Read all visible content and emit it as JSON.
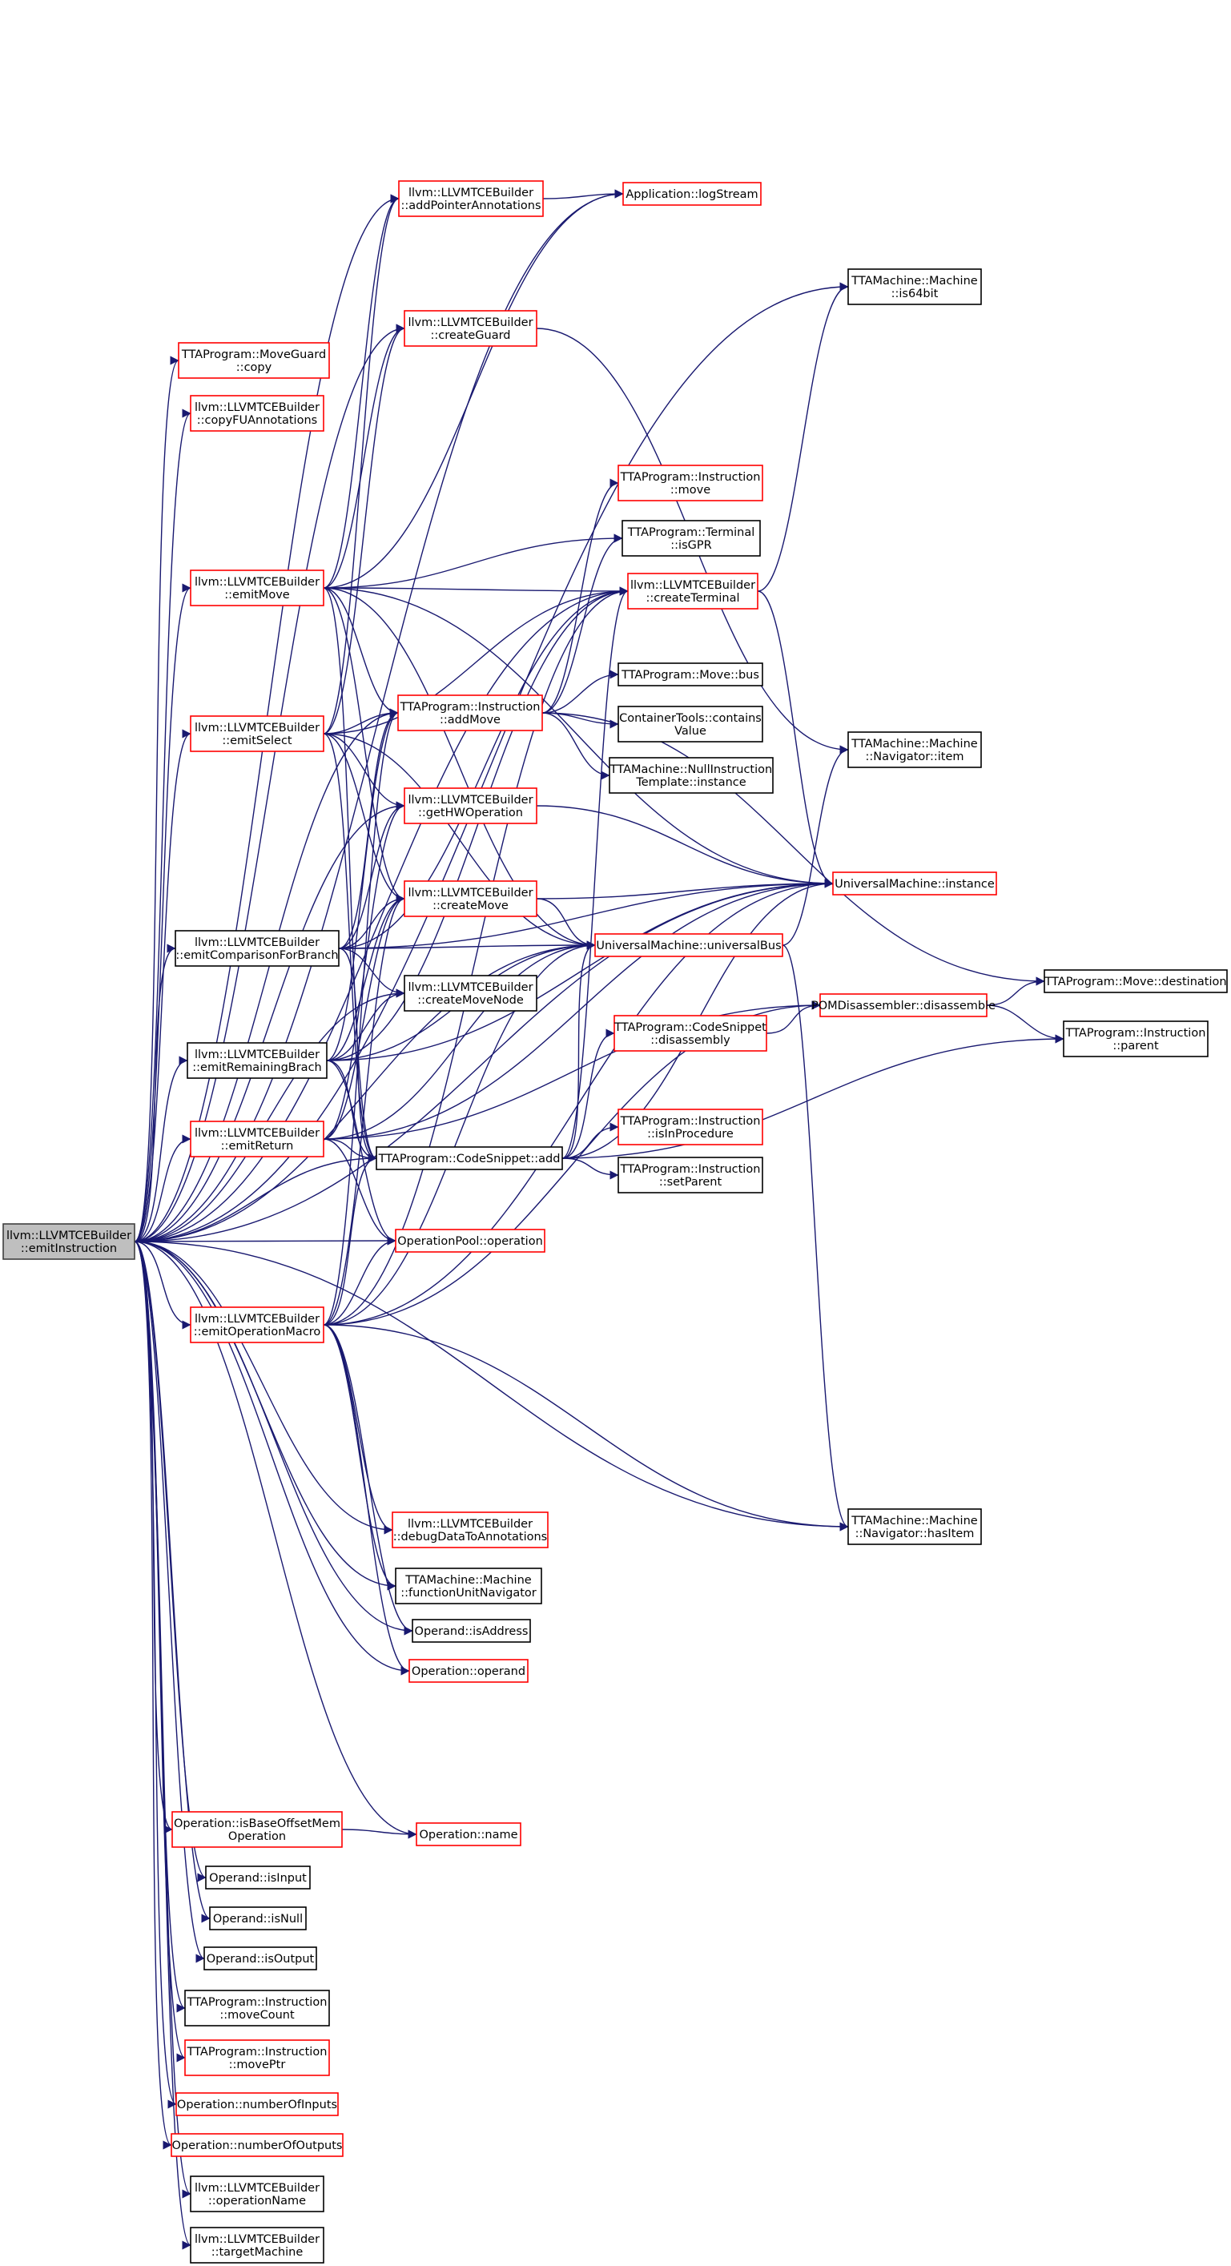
{
  "diagram": {
    "colors": {
      "edge": "#191970",
      "border_red": "#ff0000",
      "border_black": "#000000",
      "root_fill": "#bfbfbf"
    },
    "nodes": [
      {
        "id": "root",
        "lines": [
          "llvm::LLVMTCEBuilder",
          "::emitInstruction"
        ],
        "style": "root"
      },
      {
        "id": "addPointerAnnotations",
        "lines": [
          "llvm::LLVMTCEBuilder",
          "::addPointerAnnotations"
        ],
        "style": "red"
      },
      {
        "id": "logStream",
        "lines": [
          "Application::logStream"
        ],
        "style": "red"
      },
      {
        "id": "is64bit",
        "lines": [
          "TTAMachine::Machine",
          "::is64bit"
        ],
        "style": "black"
      },
      {
        "id": "createGuard",
        "lines": [
          "llvm::LLVMTCEBuilder",
          "::createGuard"
        ],
        "style": "red"
      },
      {
        "id": "moveGuardCopy",
        "lines": [
          "TTAProgram::MoveGuard",
          "::copy"
        ],
        "style": "red"
      },
      {
        "id": "copyFUAnnotations",
        "lines": [
          "llvm::LLVMTCEBuilder",
          "::copyFUAnnotations"
        ],
        "style": "red"
      },
      {
        "id": "instructionMove",
        "lines": [
          "TTAProgram::Instruction",
          "::move"
        ],
        "style": "red"
      },
      {
        "id": "isGPR",
        "lines": [
          "TTAProgram::Terminal",
          "::isGPR"
        ],
        "style": "black"
      },
      {
        "id": "emitMove",
        "lines": [
          "llvm::LLVMTCEBuilder",
          "::emitMove"
        ],
        "style": "red"
      },
      {
        "id": "createTerminal",
        "lines": [
          "llvm::LLVMTCEBuilder",
          "::createTerminal"
        ],
        "style": "red"
      },
      {
        "id": "moveBus",
        "lines": [
          "TTAProgram::Move::bus"
        ],
        "style": "black"
      },
      {
        "id": "addMove",
        "lines": [
          "TTAProgram::Instruction",
          "::addMove"
        ],
        "style": "red"
      },
      {
        "id": "containsValue",
        "lines": [
          "ContainerTools::contains",
          "Value"
        ],
        "style": "black"
      },
      {
        "id": "emitSelect",
        "lines": [
          "llvm::LLVMTCEBuilder",
          "::emitSelect"
        ],
        "style": "red"
      },
      {
        "id": "nullInstructionTemplate",
        "lines": [
          "TTAMachine::NullInstruction",
          "Template::instance"
        ],
        "style": "black"
      },
      {
        "id": "navigatorItem",
        "lines": [
          "TTAMachine::Machine",
          "::Navigator::item"
        ],
        "style": "black"
      },
      {
        "id": "getHWOperation",
        "lines": [
          "llvm::LLVMTCEBuilder",
          "::getHWOperation"
        ],
        "style": "red"
      },
      {
        "id": "umInstance",
        "lines": [
          "UniversalMachine::instance"
        ],
        "style": "red"
      },
      {
        "id": "createMove",
        "lines": [
          "llvm::LLVMTCEBuilder",
          "::createMove"
        ],
        "style": "red"
      },
      {
        "id": "emitComparisonForBranch",
        "lines": [
          "llvm::LLVMTCEBuilder",
          "::emitComparisonForBranch"
        ],
        "style": "black"
      },
      {
        "id": "universalBus",
        "lines": [
          "UniversalMachine::universalBus"
        ],
        "style": "red"
      },
      {
        "id": "createMoveNode",
        "lines": [
          "llvm::LLVMTCEBuilder",
          "::createMoveNode"
        ],
        "style": "black"
      },
      {
        "id": "disassemble",
        "lines": [
          "POMDisassembler::disassemble"
        ],
        "style": "red"
      },
      {
        "id": "moveDestination",
        "lines": [
          "TTAProgram::Move::destination"
        ],
        "style": "black"
      },
      {
        "id": "codeSnippetDisassembly",
        "lines": [
          "TTAProgram::CodeSnippet",
          "::disassembly"
        ],
        "style": "red"
      },
      {
        "id": "instructionParent",
        "lines": [
          "TTAProgram::Instruction",
          "::parent"
        ],
        "style": "black"
      },
      {
        "id": "emitRemainingBrach",
        "lines": [
          "llvm::LLVMTCEBuilder",
          "::emitRemainingBrach"
        ],
        "style": "black"
      },
      {
        "id": "isInProcedure",
        "lines": [
          "TTAProgram::Instruction",
          "::isInProcedure"
        ],
        "style": "red"
      },
      {
        "id": "emitReturn",
        "lines": [
          "llvm::LLVMTCEBuilder",
          "::emitReturn"
        ],
        "style": "red"
      },
      {
        "id": "codeSnippetAdd",
        "lines": [
          "TTAProgram::CodeSnippet::add"
        ],
        "style": "black"
      },
      {
        "id": "setParent",
        "lines": [
          "TTAProgram::Instruction",
          "::setParent"
        ],
        "style": "black"
      },
      {
        "id": "operationPoolOperation",
        "lines": [
          "OperationPool::operation"
        ],
        "style": "red"
      },
      {
        "id": "emitOperationMacro",
        "lines": [
          "llvm::LLVMTCEBuilder",
          "::emitOperationMacro"
        ],
        "style": "red"
      },
      {
        "id": "debugDataToAnnotations",
        "lines": [
          "llvm::LLVMTCEBuilder",
          "::debugDataToAnnotations"
        ],
        "style": "red"
      },
      {
        "id": "navigatorHasItem",
        "lines": [
          "TTAMachine::Machine",
          "::Navigator::hasItem"
        ],
        "style": "black"
      },
      {
        "id": "functionUnitNavigator",
        "lines": [
          "TTAMachine::Machine",
          "::functionUnitNavigator"
        ],
        "style": "black"
      },
      {
        "id": "operandIsAddress",
        "lines": [
          "Operand::isAddress"
        ],
        "style": "black"
      },
      {
        "id": "operationOperand",
        "lines": [
          "Operation::operand"
        ],
        "style": "red"
      },
      {
        "id": "isBaseOffsetMemOperation",
        "lines": [
          "Operation::isBaseOffsetMem",
          "Operation"
        ],
        "style": "red"
      },
      {
        "id": "operationName",
        "lines": [
          "Operation::name"
        ],
        "style": "red"
      },
      {
        "id": "operandIsInput",
        "lines": [
          "Operand::isInput"
        ],
        "style": "black"
      },
      {
        "id": "operandIsNull",
        "lines": [
          "Operand::isNull"
        ],
        "style": "black"
      },
      {
        "id": "operandIsOutput",
        "lines": [
          "Operand::isOutput"
        ],
        "style": "black"
      },
      {
        "id": "moveCount",
        "lines": [
          "TTAProgram::Instruction",
          "::moveCount"
        ],
        "style": "black"
      },
      {
        "id": "movePtr",
        "lines": [
          "TTAProgram::Instruction",
          "::movePtr"
        ],
        "style": "red"
      },
      {
        "id": "numberOfInputs",
        "lines": [
          "Operation::numberOfInputs"
        ],
        "style": "red"
      },
      {
        "id": "numberOfOutputs",
        "lines": [
          "Operation::numberOfOutputs"
        ],
        "style": "red"
      },
      {
        "id": "operationNameBuilder",
        "lines": [
          "llvm::LLVMTCEBuilder",
          "::operationName"
        ],
        "style": "black"
      },
      {
        "id": "targetMachine",
        "lines": [
          "llvm::LLVMTCEBuilder",
          "::targetMachine"
        ],
        "style": "black"
      }
    ],
    "edges": [
      [
        "root",
        "addPointerAnnotations"
      ],
      [
        "root",
        "logStream"
      ],
      [
        "root",
        "is64bit"
      ],
      [
        "root",
        "createGuard"
      ],
      [
        "root",
        "moveGuardCopy"
      ],
      [
        "root",
        "copyFUAnnotations"
      ],
      [
        "root",
        "emitMove"
      ],
      [
        "root",
        "createTerminal"
      ],
      [
        "root",
        "emitSelect"
      ],
      [
        "root",
        "addMove"
      ],
      [
        "root",
        "getHWOperation"
      ],
      [
        "root",
        "umInstance"
      ],
      [
        "root",
        "emitComparisonForBranch"
      ],
      [
        "root",
        "createMoveNode"
      ],
      [
        "root",
        "emitRemainingBrach"
      ],
      [
        "root",
        "emitReturn"
      ],
      [
        "root",
        "codeSnippetAdd"
      ],
      [
        "root",
        "operationPoolOperation"
      ],
      [
        "root",
        "emitOperationMacro"
      ],
      [
        "root",
        "debugDataToAnnotations"
      ],
      [
        "root",
        "functionUnitNavigator"
      ],
      [
        "root",
        "operandIsAddress"
      ],
      [
        "root",
        "operationOperand"
      ],
      [
        "root",
        "universalBus"
      ],
      [
        "root",
        "navigatorHasItem"
      ],
      [
        "root",
        "isBaseOffsetMemOperation"
      ],
      [
        "root",
        "operationName"
      ],
      [
        "root",
        "operandIsInput"
      ],
      [
        "root",
        "operandIsNull"
      ],
      [
        "root",
        "operandIsOutput"
      ],
      [
        "root",
        "moveCount"
      ],
      [
        "root",
        "movePtr"
      ],
      [
        "root",
        "numberOfInputs"
      ],
      [
        "root",
        "numberOfOutputs"
      ],
      [
        "root",
        "operationNameBuilder"
      ],
      [
        "root",
        "targetMachine"
      ],
      [
        "addPointerAnnotations",
        "logStream"
      ],
      [
        "createGuard",
        "navigatorItem"
      ],
      [
        "emitMove",
        "addPointerAnnotations"
      ],
      [
        "emitMove",
        "logStream"
      ],
      [
        "emitMove",
        "createGuard"
      ],
      [
        "emitMove",
        "isGPR"
      ],
      [
        "emitMove",
        "createTerminal"
      ],
      [
        "emitMove",
        "addMove"
      ],
      [
        "emitMove",
        "createMove"
      ],
      [
        "emitMove",
        "universalBus"
      ],
      [
        "emitMove",
        "umInstance"
      ],
      [
        "emitMove",
        "codeSnippetAdd"
      ],
      [
        "emitSelect",
        "addPointerAnnotations"
      ],
      [
        "emitSelect",
        "createGuard"
      ],
      [
        "emitSelect",
        "createTerminal"
      ],
      [
        "emitSelect",
        "addMove"
      ],
      [
        "emitSelect",
        "getHWOperation"
      ],
      [
        "emitSelect",
        "createMove"
      ],
      [
        "emitSelect",
        "codeSnippetAdd"
      ],
      [
        "emitSelect",
        "universalBus"
      ],
      [
        "createTerminal",
        "is64bit"
      ],
      [
        "createTerminal",
        "umInstance"
      ],
      [
        "addMove",
        "instructionMove"
      ],
      [
        "addMove",
        "isGPR"
      ],
      [
        "addMove",
        "moveBus"
      ],
      [
        "addMove",
        "containsValue"
      ],
      [
        "addMove",
        "nullInstructionTemplate"
      ],
      [
        "addMove",
        "moveDestination"
      ],
      [
        "getHWOperation",
        "umInstance"
      ],
      [
        "createMove",
        "umInstance"
      ],
      [
        "createMove",
        "universalBus"
      ],
      [
        "emitComparisonForBranch",
        "createTerminal"
      ],
      [
        "emitComparisonForBranch",
        "addMove"
      ],
      [
        "emitComparisonForBranch",
        "getHWOperation"
      ],
      [
        "emitComparisonForBranch",
        "createMove"
      ],
      [
        "emitComparisonForBranch",
        "umInstance"
      ],
      [
        "emitComparisonForBranch",
        "createMoveNode"
      ],
      [
        "emitComparisonForBranch",
        "codeSnippetAdd"
      ],
      [
        "emitComparisonForBranch",
        "universalBus"
      ],
      [
        "universalBus",
        "navigatorItem"
      ],
      [
        "universalBus",
        "navigatorHasItem"
      ],
      [
        "emitRemainingBrach",
        "createTerminal"
      ],
      [
        "emitRemainingBrach",
        "addMove"
      ],
      [
        "emitRemainingBrach",
        "createMove"
      ],
      [
        "emitRemainingBrach",
        "createMoveNode"
      ],
      [
        "emitRemainingBrach",
        "codeSnippetAdd"
      ],
      [
        "emitRemainingBrach",
        "universalBus"
      ],
      [
        "emitRemainingBrach",
        "umInstance"
      ],
      [
        "emitRemainingBrach",
        "operationPoolOperation"
      ],
      [
        "emitReturn",
        "getHWOperation"
      ],
      [
        "emitReturn",
        "createMove"
      ],
      [
        "emitReturn",
        "codeSnippetAdd"
      ],
      [
        "emitReturn",
        "operationPoolOperation"
      ],
      [
        "emitReturn",
        "universalBus"
      ],
      [
        "emitReturn",
        "disassemble"
      ],
      [
        "emitReturn",
        "umInstance"
      ],
      [
        "codeSnippetAdd",
        "createTerminal"
      ],
      [
        "codeSnippetAdd",
        "universalBus"
      ],
      [
        "codeSnippetAdd",
        "codeSnippetDisassembly"
      ],
      [
        "codeSnippetAdd",
        "instructionParent"
      ],
      [
        "codeSnippetAdd",
        "isInProcedure"
      ],
      [
        "codeSnippetAdd",
        "setParent"
      ],
      [
        "codeSnippetAdd",
        "umInstance"
      ],
      [
        "disassemble",
        "moveDestination"
      ],
      [
        "disassemble",
        "instructionParent"
      ],
      [
        "codeSnippetDisassembly",
        "disassemble"
      ],
      [
        "emitOperationMacro",
        "createTerminal"
      ],
      [
        "emitOperationMacro",
        "addMove"
      ],
      [
        "emitOperationMacro",
        "createMove"
      ],
      [
        "emitOperationMacro",
        "codeSnippetAdd"
      ],
      [
        "emitOperationMacro",
        "operationPoolOperation"
      ],
      [
        "emitOperationMacro",
        "universalBus"
      ],
      [
        "emitOperationMacro",
        "umInstance"
      ],
      [
        "emitOperationMacro",
        "debugDataToAnnotations"
      ],
      [
        "emitOperationMacro",
        "functionUnitNavigator"
      ],
      [
        "emitOperationMacro",
        "operandIsAddress"
      ],
      [
        "emitOperationMacro",
        "operationOperand"
      ],
      [
        "emitOperationMacro",
        "navigatorHasItem"
      ],
      [
        "emitOperationMacro",
        "disassemble"
      ],
      [
        "isBaseOffsetMemOperation",
        "operationName"
      ]
    ]
  }
}
